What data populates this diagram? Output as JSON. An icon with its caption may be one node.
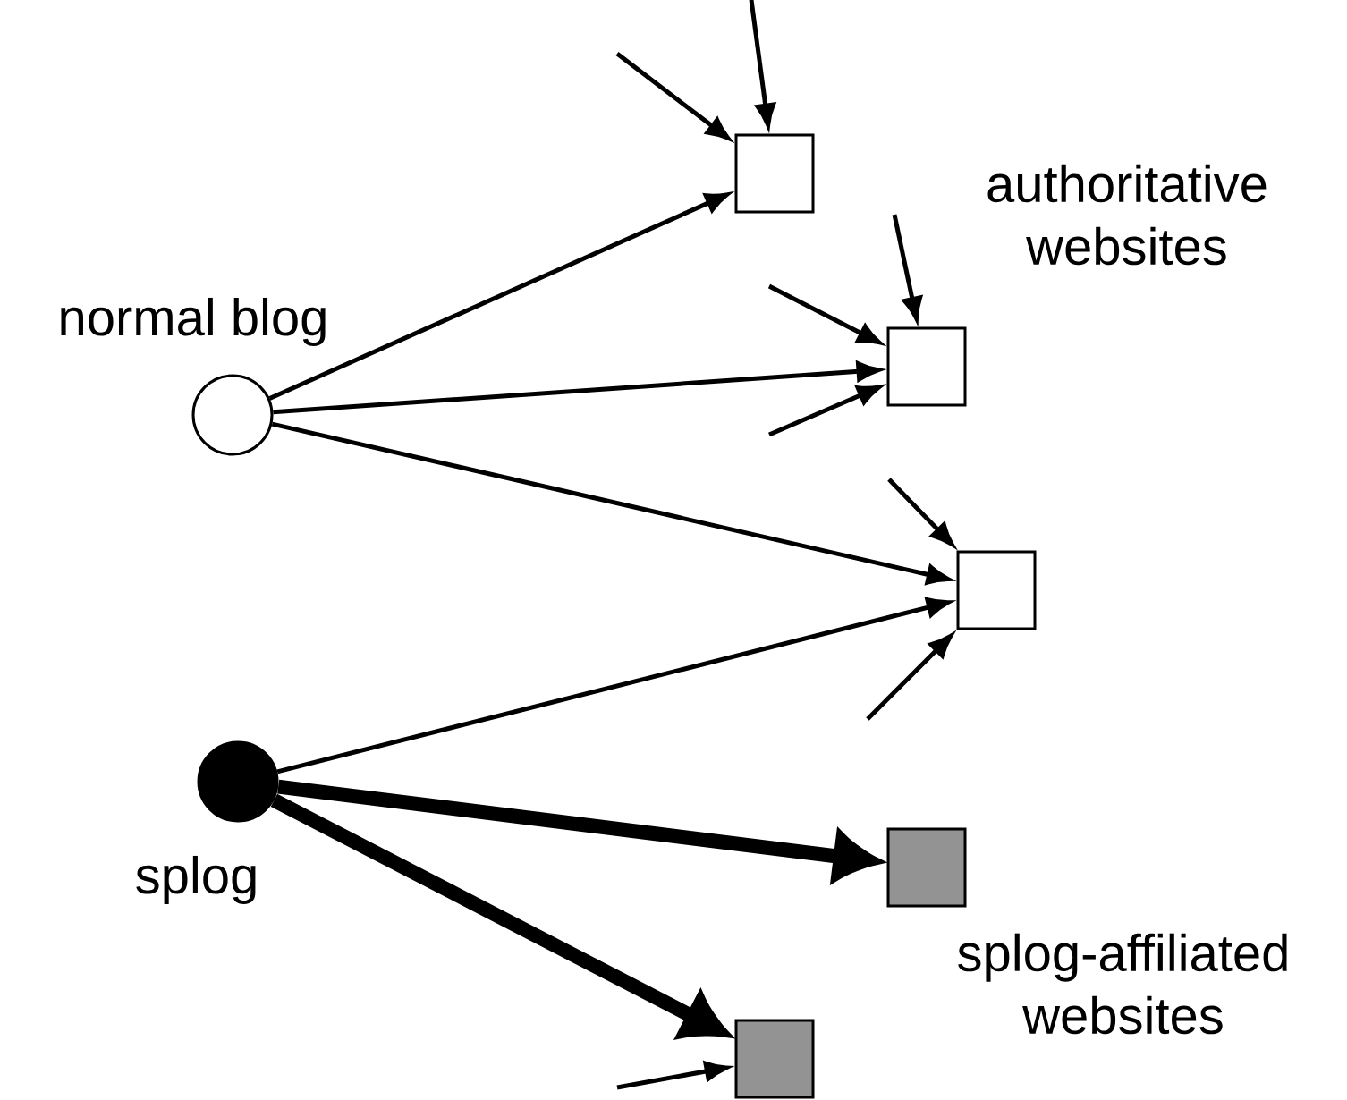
{
  "diagram": {
    "nodes": [
      {
        "text": [
          "normal blog"
        ]
      },
      {
        "text": [],
        "shape": "box"
      },
      {
        "text": [],
        "shape": "box"
      },
      {
        "text": [],
        "shape": "box"
      },
      {
        "text": [
          "splog"
        ]
      },
      {
        "text": [],
        "shape": "box"
      },
      {
        "text": [],
        "shape": "box"
      }
    ],
    "edges": [
      {
        "from": 0,
        "to": 1,
        "arrow": "to"
      },
      {
        "from": 0,
        "to": 2,
        "arrow": "to"
      },
      {
        "from": 0,
        "to": 3,
        "arrow": "to"
      },
      {
        "from": 4,
        "to": 3,
        "arrow": "to"
      },
      {
        "from": 4,
        "to": 5,
        "arrow": "to",
        "style": "thick"
      },
      {
        "from": 4,
        "to": 6,
        "arrow": "to",
        "style": "thick"
      },
      {
        "from": null,
        "to": 1,
        "arrow": "to"
      },
      {
        "from": null,
        "to": 1,
        "arrow": "to"
      },
      {
        "from": null,
        "to": 2,
        "arrow": "to"
      },
      {
        "from": null,
        "to": 2,
        "arrow": "to"
      },
      {
        "from": null,
        "to": 2,
        "arrow": "to"
      },
      {
        "from": null,
        "to": 3,
        "arrow": "to"
      },
      {
        "from": null,
        "to": 3,
        "arrow": "to"
      },
      {
        "from": null,
        "to": 6,
        "arrow": "to"
      }
    ],
    "labels": [
      "authoritative websites",
      "splog-affiliated websites"
    ]
  }
}
